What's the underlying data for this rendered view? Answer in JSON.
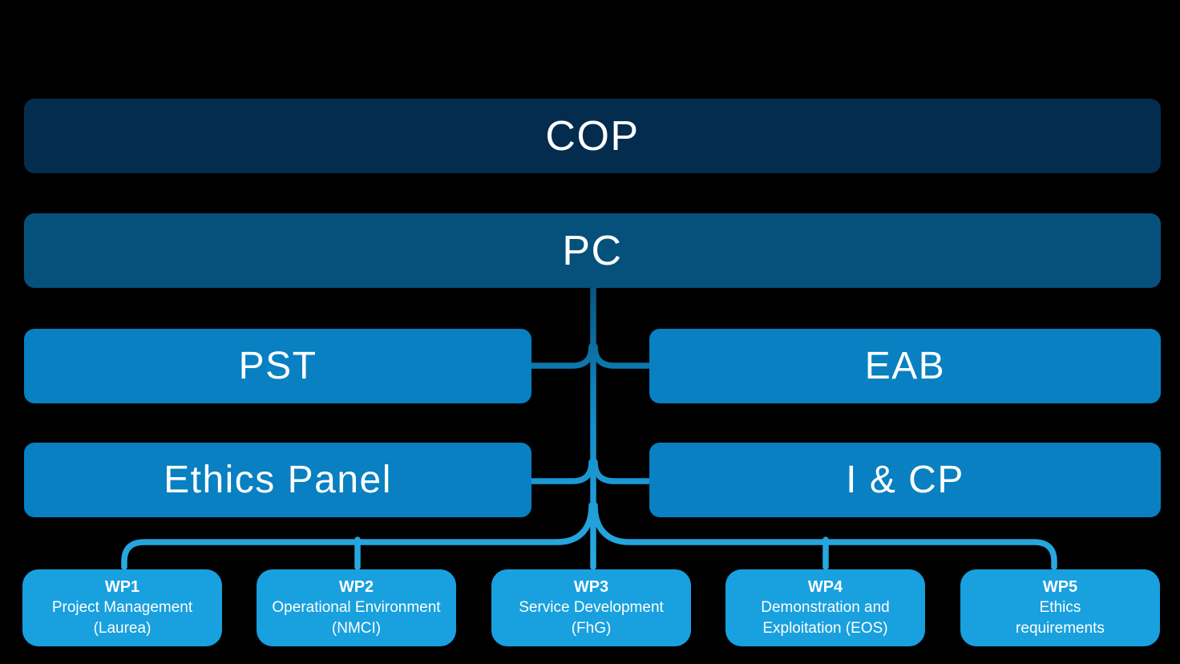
{
  "diagram": {
    "cop": "COP",
    "pc": "PC",
    "pst": "PST",
    "eab": "EAB",
    "ethics_panel": "Ethics Panel",
    "icp": "I & CP",
    "wps": [
      {
        "title": "WP1",
        "line1": "Project Management",
        "line2": "(Laurea)"
      },
      {
        "title": "WP2",
        "line1": "Operational Environment",
        "line2": "(NMCI)"
      },
      {
        "title": "WP3",
        "line1": "Service Development",
        "line2": "(FhG)"
      },
      {
        "title": "WP4",
        "line1": "Demonstration and",
        "line2": "Exploitation (EOS)"
      },
      {
        "title": "WP5",
        "line1": "Ethics",
        "line2": "requirements"
      }
    ]
  },
  "colors": {
    "background": "#000000",
    "cop-box": "#042c4e",
    "pc-box": "#06517c",
    "mid-box": "#0880c1",
    "wp-box": "#18a0df",
    "connector-top": "#07567f",
    "connector-mid": "#128bc9",
    "connector-bottom": "#29abe2",
    "text": "#ffffff"
  }
}
